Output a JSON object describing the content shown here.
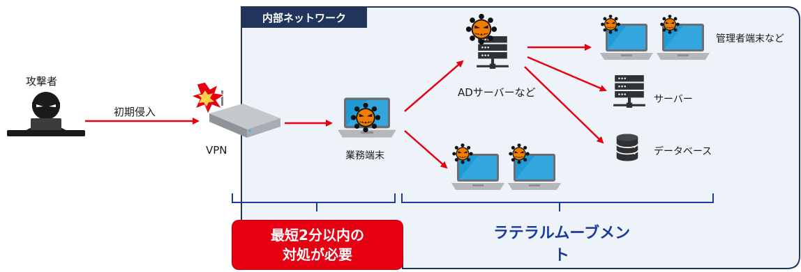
{
  "internal_network": {
    "label": "内部ネットワーク"
  },
  "attacker": {
    "label": "攻撃者"
  },
  "initial_access": {
    "label": "初期侵入"
  },
  "vpn": {
    "label": "VPN"
  },
  "work_terminal": {
    "label": "業務端末"
  },
  "ad_server": {
    "label": "ADサーバーなど"
  },
  "admin_terminals": {
    "label": "管理者端末など"
  },
  "server": {
    "label": "サーバー"
  },
  "database": {
    "label": "データベース"
  },
  "callout": {
    "line1": "最短2分以内の",
    "line2": "対処が必要"
  },
  "lateral_movement": {
    "label": "ラテラルムーブメント"
  },
  "colors": {
    "network_border": "#21355c",
    "network_fill": "#eef3fa",
    "attack_arrow": "#e60012",
    "bracket": "#1a3a9e",
    "callout": "#e60012",
    "virus": "#f07c00"
  }
}
